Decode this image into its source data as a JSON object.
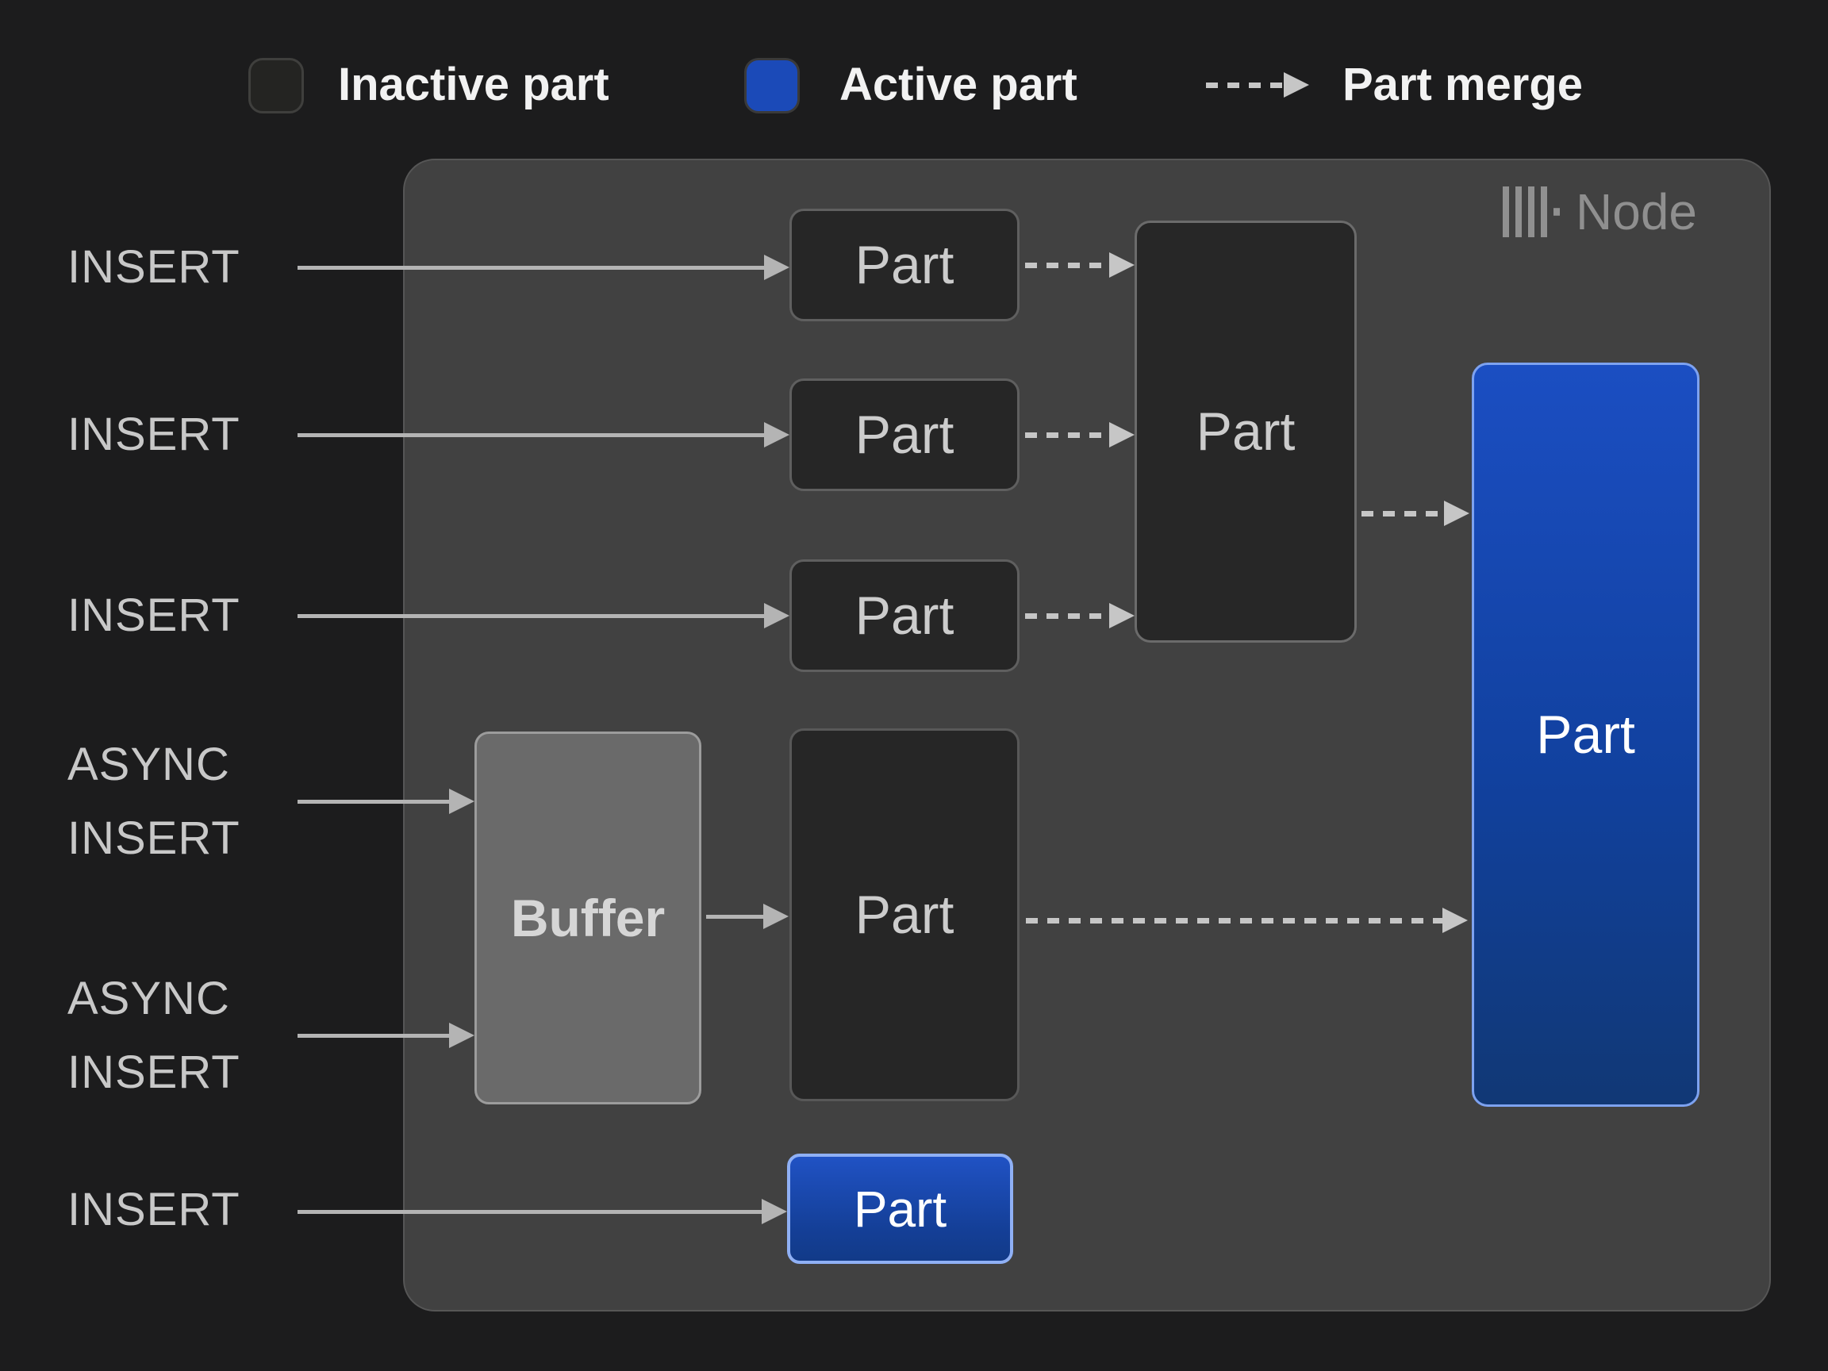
{
  "legend": {
    "inactive": {
      "label": "Inactive part",
      "fill": "#242422"
    },
    "active": {
      "label": "Active part",
      "fill": "#1b4ab8"
    },
    "merge": {
      "label": "Part merge"
    }
  },
  "node": {
    "label": "Node",
    "icon": "clickhouse-icon",
    "fill": "#414141"
  },
  "inputs": {
    "insert1": "INSERT",
    "insert2": "INSERT",
    "insert3": "INSERT",
    "async1": "ASYNC INSERT",
    "async2": "ASYNC INSERT",
    "insert4": "INSERT"
  },
  "parts": {
    "small1": "Part",
    "small2": "Part",
    "small3": "Part",
    "merged": "Part",
    "buffer": "Buffer",
    "buffered": "Part",
    "active_large": "Part",
    "active_small": "Part"
  },
  "colors": {
    "background": "#1c1c1d",
    "node_fill": "#414141",
    "inactive_part_fill": "#262626",
    "active_part_blue": "#1b4ec2",
    "active_part_border": "#7da2f0",
    "buffer_fill": "#6a6a6a",
    "arrow_gray": "#c6c6c6"
  }
}
